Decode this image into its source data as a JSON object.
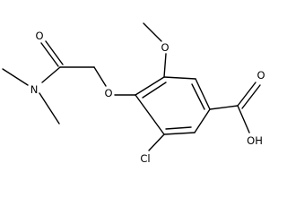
{
  "molecule": {
    "atoms": {
      "o_carbonyl": "O",
      "n_amide": "N",
      "o_ether": "O",
      "o_methoxy": "O",
      "cooh": "OH",
      "o_acid": "O",
      "cl": "Cl"
    }
  }
}
